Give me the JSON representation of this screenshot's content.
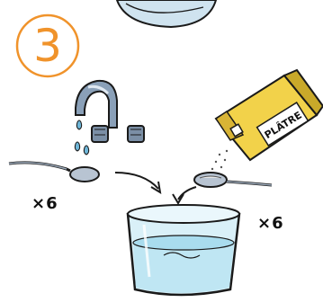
{
  "step_number": "3",
  "water_spoon": {
    "multiplier": "×6"
  },
  "plaster_spoon": {
    "multiplier": "×6"
  },
  "plaster_box": {
    "label": "PLÂTRE"
  },
  "colors": {
    "step_circle": "#f0932b",
    "faucet_metal": "#8aa0b8",
    "water": "#bfe6f3",
    "box_yellow": "#f2d24a",
    "box_shade": "#c9a92a",
    "spoon": "#9aa8b8",
    "outline": "#1a1a1a"
  }
}
